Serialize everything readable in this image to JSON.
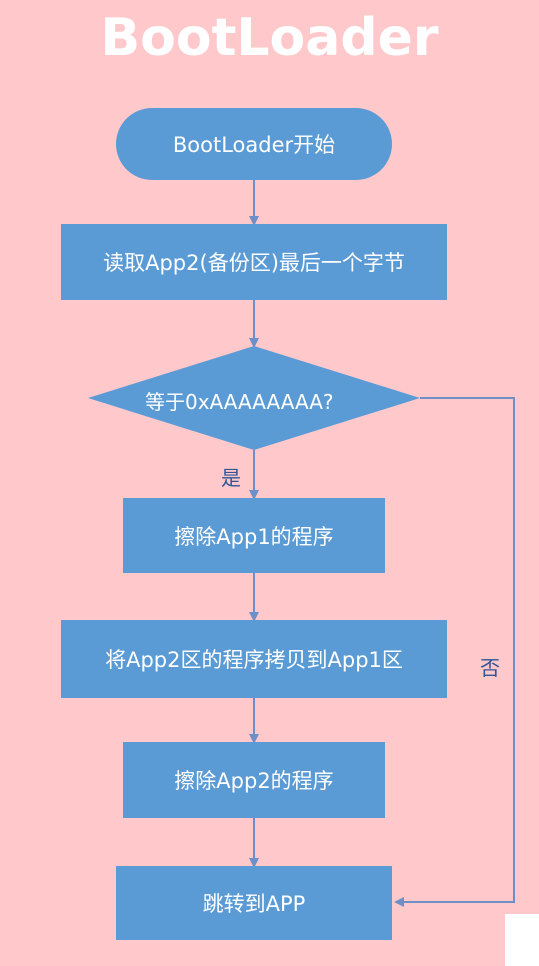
{
  "title": "BootLoader",
  "nodes": {
    "start": "BootLoader开始",
    "read_last_byte": "读取App2(备份区)最后一个字节",
    "decision": "等于0xAAAAAAAA?",
    "erase_app1": "擦除App1的程序",
    "copy_app2_to_app1": "将App2区的程序拷贝到App1区",
    "erase_app2": "擦除App2的程序",
    "jump_app": "跳转到APP"
  },
  "edge_labels": {
    "yes": "是",
    "no": "否"
  },
  "colors": {
    "background": "#ffc9cc",
    "shape_fill": "#5b9bd5",
    "connector": "#6d8fc7",
    "text_on_shape": "#ffffff",
    "edge_text": "#2f5597"
  }
}
